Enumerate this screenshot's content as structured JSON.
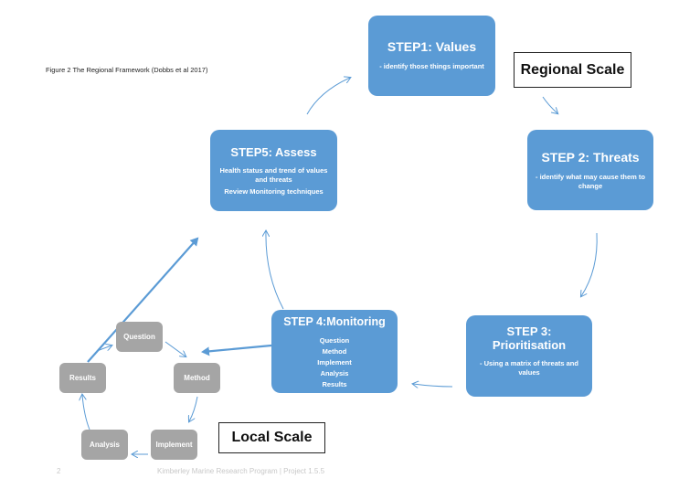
{
  "caption": "Figure 2 The Regional Framework (Dobbs et al 2017)",
  "regional_label": "Regional Scale",
  "local_label": "Local Scale",
  "steps": {
    "step1": {
      "title": "STEP1: Values",
      "desc": "- identify those things important"
    },
    "step2": {
      "title": "STEP 2: Threats",
      "desc": "- identify what may cause them to change"
    },
    "step3": {
      "title_line1": "STEP 3:",
      "title_line2": "Prioritisation",
      "desc": "- Using a matrix of threats and values"
    },
    "step4": {
      "title": "STEP 4:Monitoring",
      "items": [
        "Question",
        "Method",
        "Implement",
        "Analysis",
        "Results"
      ]
    },
    "step5": {
      "title": "STEP5: Assess",
      "desc": "Health status and trend of values and threats",
      "desc2": "Review Monitoring techniques"
    }
  },
  "local_cycle": [
    "Question",
    "Method",
    "Implement",
    "Analysis",
    "Results"
  ],
  "footer": {
    "page": "2",
    "text": "Kimberley Marine Research Program  |  Project 1.5.5"
  },
  "colors": {
    "step_box": "#5b9bd5",
    "local_box": "#a5a5a5",
    "arrow": "#5b9bd5"
  }
}
